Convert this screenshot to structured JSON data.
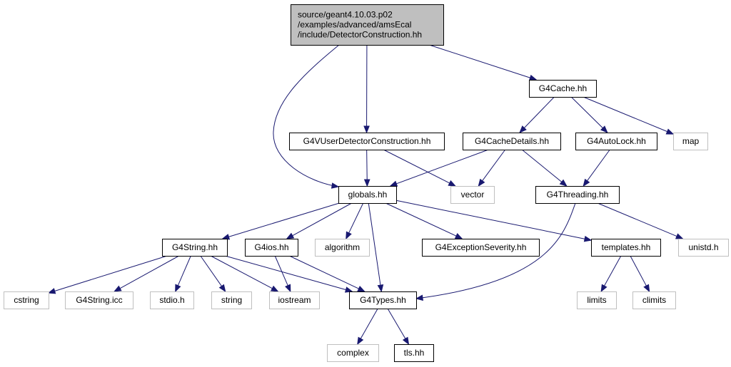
{
  "graph": {
    "edge_color": "#191970",
    "root_fill": "#bfbfbf",
    "external_stroke": "#bfbfbf",
    "nodes": [
      {
        "id": "root",
        "lines": [
          "source/geant4.10.03.p02",
          "/examples/advanced/amsEcal",
          "/include/DetectorConstruction.hh"
        ],
        "kind": "root"
      },
      {
        "id": "g4cache",
        "lines": [
          "G4Cache.hh"
        ],
        "kind": "internal"
      },
      {
        "id": "g4vuser",
        "lines": [
          "G4VUserDetectorConstruction.hh"
        ],
        "kind": "internal"
      },
      {
        "id": "g4cachedetails",
        "lines": [
          "G4CacheDetails.hh"
        ],
        "kind": "internal"
      },
      {
        "id": "g4autolock",
        "lines": [
          "G4AutoLock.hh"
        ],
        "kind": "internal"
      },
      {
        "id": "map",
        "lines": [
          "map"
        ],
        "kind": "external"
      },
      {
        "id": "globals",
        "lines": [
          "globals.hh"
        ],
        "kind": "internal"
      },
      {
        "id": "vector",
        "lines": [
          "vector"
        ],
        "kind": "external"
      },
      {
        "id": "g4threading",
        "lines": [
          "G4Threading.hh"
        ],
        "kind": "internal"
      },
      {
        "id": "g4string",
        "lines": [
          "G4String.hh"
        ],
        "kind": "internal"
      },
      {
        "id": "g4ios",
        "lines": [
          "G4ios.hh"
        ],
        "kind": "internal"
      },
      {
        "id": "algorithm",
        "lines": [
          "algorithm"
        ],
        "kind": "external"
      },
      {
        "id": "g4exception",
        "lines": [
          "G4ExceptionSeverity.hh"
        ],
        "kind": "internal"
      },
      {
        "id": "templates",
        "lines": [
          "templates.hh"
        ],
        "kind": "internal"
      },
      {
        "id": "unistd",
        "lines": [
          "unistd.h"
        ],
        "kind": "external"
      },
      {
        "id": "cstring",
        "lines": [
          "cstring"
        ],
        "kind": "external"
      },
      {
        "id": "g4stringicc",
        "lines": [
          "G4String.icc"
        ],
        "kind": "external"
      },
      {
        "id": "stdio",
        "lines": [
          "stdio.h"
        ],
        "kind": "external"
      },
      {
        "id": "string",
        "lines": [
          "string"
        ],
        "kind": "external"
      },
      {
        "id": "iostream",
        "lines": [
          "iostream"
        ],
        "kind": "external"
      },
      {
        "id": "g4types",
        "lines": [
          "G4Types.hh"
        ],
        "kind": "internal"
      },
      {
        "id": "limits",
        "lines": [
          "limits"
        ],
        "kind": "external"
      },
      {
        "id": "climits",
        "lines": [
          "climits"
        ],
        "kind": "external"
      },
      {
        "id": "complex",
        "lines": [
          "complex"
        ],
        "kind": "external"
      },
      {
        "id": "tls",
        "lines": [
          "tls.hh"
        ],
        "kind": "internal"
      }
    ],
    "edges": [
      [
        "root",
        "g4cache"
      ],
      [
        "root",
        "g4vuser"
      ],
      [
        "root",
        "globals"
      ],
      [
        "g4cache",
        "g4cachedetails"
      ],
      [
        "g4cache",
        "g4autolock"
      ],
      [
        "g4cache",
        "map"
      ],
      [
        "g4vuser",
        "globals"
      ],
      [
        "g4vuser",
        "vector"
      ],
      [
        "g4cachedetails",
        "globals"
      ],
      [
        "g4cachedetails",
        "vector"
      ],
      [
        "g4cachedetails",
        "g4threading"
      ],
      [
        "g4autolock",
        "g4threading"
      ],
      [
        "globals",
        "g4string"
      ],
      [
        "globals",
        "g4ios"
      ],
      [
        "globals",
        "algorithm"
      ],
      [
        "globals",
        "g4exception"
      ],
      [
        "globals",
        "templates"
      ],
      [
        "globals",
        "g4types"
      ],
      [
        "g4threading",
        "unistd"
      ],
      [
        "g4threading",
        "g4types"
      ],
      [
        "g4string",
        "cstring"
      ],
      [
        "g4string",
        "g4stringicc"
      ],
      [
        "g4string",
        "stdio"
      ],
      [
        "g4string",
        "string"
      ],
      [
        "g4string",
        "iostream"
      ],
      [
        "g4string",
        "g4types"
      ],
      [
        "g4ios",
        "iostream"
      ],
      [
        "g4ios",
        "g4types"
      ],
      [
        "templates",
        "limits"
      ],
      [
        "templates",
        "climits"
      ],
      [
        "g4types",
        "complex"
      ],
      [
        "g4types",
        "tls"
      ]
    ]
  }
}
